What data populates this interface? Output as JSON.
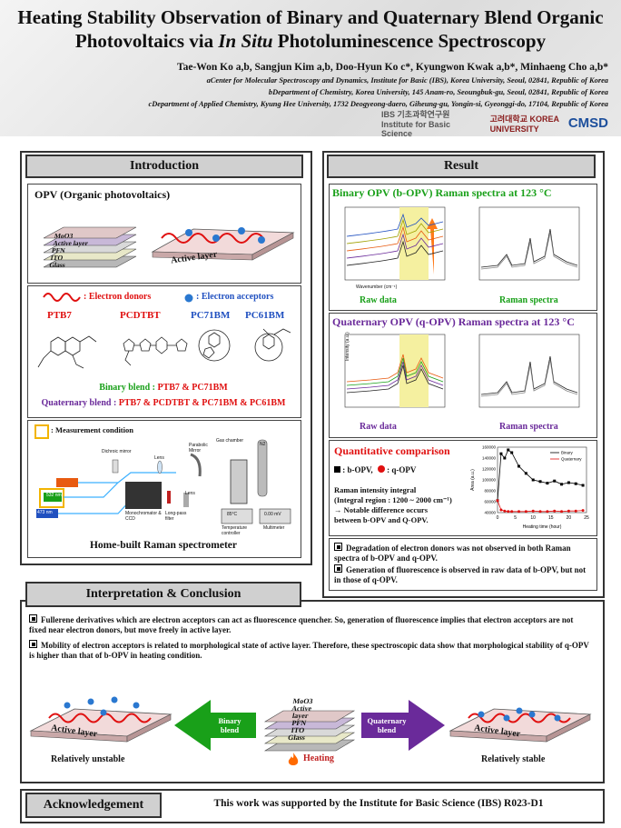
{
  "header": {
    "title_line1": "Heating Stability Observation of Binary and Quaternary Blend Organic",
    "title_line2a": "Photovoltaics via ",
    "title_line2b": "In Situ",
    "title_line2c": " Photoluminescence Spectroscopy",
    "authors": "Tae-Won Ko a,b, Sangjun Kim a,b, Doo-Hyun Ko c*, Kyungwon Kwak a,b*, Minhaeng Cho a,b*",
    "affiliations": [
      "aCenter for Molecular Spectroscopy and Dynamics, Institute for Basic (IBS), Korea University, Seoul, 02841, Republic of Korea",
      "bDepartment of Chemistry, Korea University, 145 Anam-ro, Seoungbuk-gu, Seoul, 02841, Republic of Korea",
      "cDepartment of Applied Chemistry, Kyung Hee University, 1732 Deogyeong-daero, Giheung-gu, Yongin-si, Gyeonggi-do, 17104, Republic of Korea"
    ],
    "logos": [
      "IBS 기초과학연구원 Institute for Basic Science",
      "고려대학교 KOREA UNIVERSITY",
      "CMSD"
    ]
  },
  "intro": {
    "title": "Introduction",
    "opv_title": "OPV (Organic photovoltaics)",
    "layers": [
      "MoO3",
      "Active layer",
      "PFN",
      "ITO",
      "Glass"
    ],
    "active_layer": "Active layer",
    "donor_label": ": Electron donors",
    "acceptor_label": ": Electron acceptors",
    "molecules": [
      "PTB7",
      "PCDTBT",
      "PC71BM",
      "PC61BM"
    ],
    "binary_label": "Binary blend : ",
    "binary_items": "PTB7 & PC71BM",
    "quaternary_label": "Quaternary blend : ",
    "quaternary_items": "PTB7 & PCDTBT & PC71BM & PC61BM",
    "measure_label": ": Measurement condition",
    "setup_labels": [
      "640 nm",
      "532 nm",
      "473 nm",
      "Dichroic mirror",
      "Lens",
      "Parabolic Mirror",
      "Gas chamber",
      "N2",
      "Monochromator & CCD",
      "Long-pass filter",
      "Lens",
      "Temperature controller",
      "Multimeter"
    ],
    "temp_display": "85°C",
    "multimeter_display": "0.00 mV",
    "setup_caption": "Home-built Raman spectrometer"
  },
  "result": {
    "title": "Result",
    "binary_title": "Binary OPV (b-OPV) Raman spectra at 123 °C",
    "quaternary_title": "Quaternary OPV (q-OPV) Raman spectra at 123 °C",
    "raw_caption": "Raw data",
    "raman_caption": "Raman spectra",
    "xlabel": "Wavenumber (cm⁻¹)",
    "ylabel": "Intensity (a.u.)",
    "quant_title": "Quantitative comparison",
    "legend_b": ": b-OPV,",
    "legend_q": ": q-OPV",
    "integral_lines": [
      "Raman intensity integral",
      "(Integral region : 1200 ~ 2000 cm⁻¹)",
      "→ Notable difference occurs",
      "between b-OPV and Q-OPV."
    ],
    "bullets": [
      "Degradation of electron donors was not observed in both Raman spectra of b-OPV and q-OPV.",
      "Generation of fluorescence is observed in raw data of b-OPV, but not in those of q-OPV."
    ]
  },
  "chart_data": {
    "type": "line",
    "xlabel": "Heating time (hour)",
    "ylabel": "Area (a.u.)",
    "xlim": [
      0,
      25
    ],
    "ylim": [
      40000,
      160000
    ],
    "x_ticks": [
      "0",
      "5",
      "10",
      "15",
      "20",
      "25"
    ],
    "y_ticks": [
      "40000",
      "60000",
      "80000",
      "100000",
      "120000",
      "140000",
      "160000"
    ],
    "legend": "top-right",
    "series": [
      {
        "name": "Binary",
        "color": "#000000",
        "x": [
          0,
          1,
          2,
          3,
          4,
          6,
          8,
          10,
          12,
          14,
          16,
          18,
          20,
          22,
          24
        ],
        "y": [
          62000,
          148000,
          140000,
          155000,
          150000,
          125000,
          112000,
          100000,
          97000,
          94000,
          98000,
          92000,
          95000,
          93000,
          90000
        ]
      },
      {
        "name": "Quaternary",
        "color": "#e01010",
        "x": [
          0,
          1,
          2,
          3,
          4,
          6,
          8,
          10,
          12,
          14,
          16,
          18,
          20,
          22,
          24
        ],
        "y": [
          62000,
          45000,
          43000,
          42000,
          42000,
          42000,
          42000,
          43000,
          42000,
          42000,
          43000,
          42000,
          43000,
          43000,
          44000
        ]
      }
    ]
  },
  "interpretation": {
    "title": "Interpretation & Conclusion",
    "bullets": [
      "Fullerene derivatives which are electron acceptors can act as fluorescence quencher. So, generation of fluorescence implies that electron acceptors are not fixed near electron donors, but move freely in active layer.",
      "Mobility of electron acceptors is related to morphological state of active layer. Therefore, these spectroscopic data show that morphological stability of q-OPV is higher than that of b-OPV in heating condition."
    ],
    "left_label": "Active layer",
    "right_label": "Active layer",
    "binary_arrow": "Binary blend",
    "quaternary_arrow": "Quaternary blend",
    "heating": "Heating",
    "unstable": "Relatively unstable",
    "stable": "Relatively stable",
    "layers": [
      "MoO3",
      "Active layer",
      "PFN",
      "ITO",
      "Glass"
    ]
  },
  "acknowledgement": {
    "title": "Acknowledgement",
    "text": "This work was supported by the Institute for Basic Science (IBS) R023-D1"
  },
  "colors": {
    "donor": "#e01010",
    "acceptor": "#2a78d0",
    "binary": "#19a019",
    "quaternary": "#6a2a9a",
    "heat": "#ff6a00"
  }
}
